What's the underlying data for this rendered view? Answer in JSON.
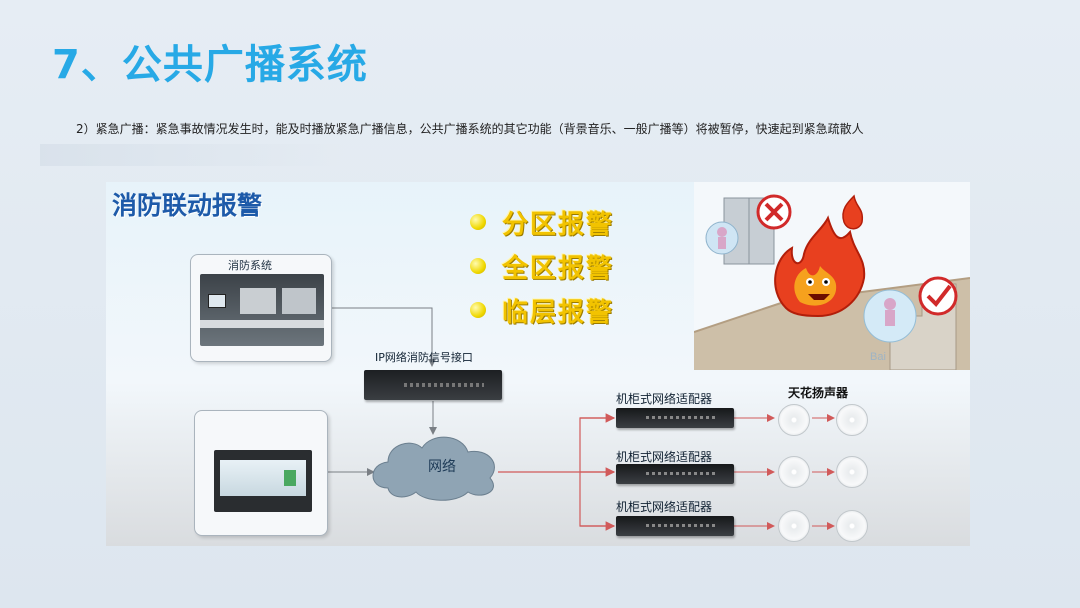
{
  "title": "7、公共广播系统",
  "description": "2）紧急广播：紧急事故情况发生时，能及时播放紧急广播信息，公共广播系统的其它功能（背景音乐、一般广播等）将被暂停，快速起到紧急疏散人",
  "diagram": {
    "title": "消防联动报警",
    "alarm_modes": [
      "分区报警",
      "全区报警",
      "临层报警"
    ],
    "fire_system_label": "消防系统",
    "ip_interface_label": "IP网络消防信号接口",
    "network_label": "网络",
    "rack_adapter_labels": [
      "机柜式网络适配器",
      "机柜式网络适配器",
      "机柜式网络适配器"
    ],
    "ceiling_speaker_label": "天花扬声器",
    "watermark": "Bai"
  },
  "colors": {
    "title": "#27a9e6",
    "diagram_title": "#1d5aa9",
    "alarm_text": "#f2c300",
    "arrow": "#d15a5a"
  }
}
